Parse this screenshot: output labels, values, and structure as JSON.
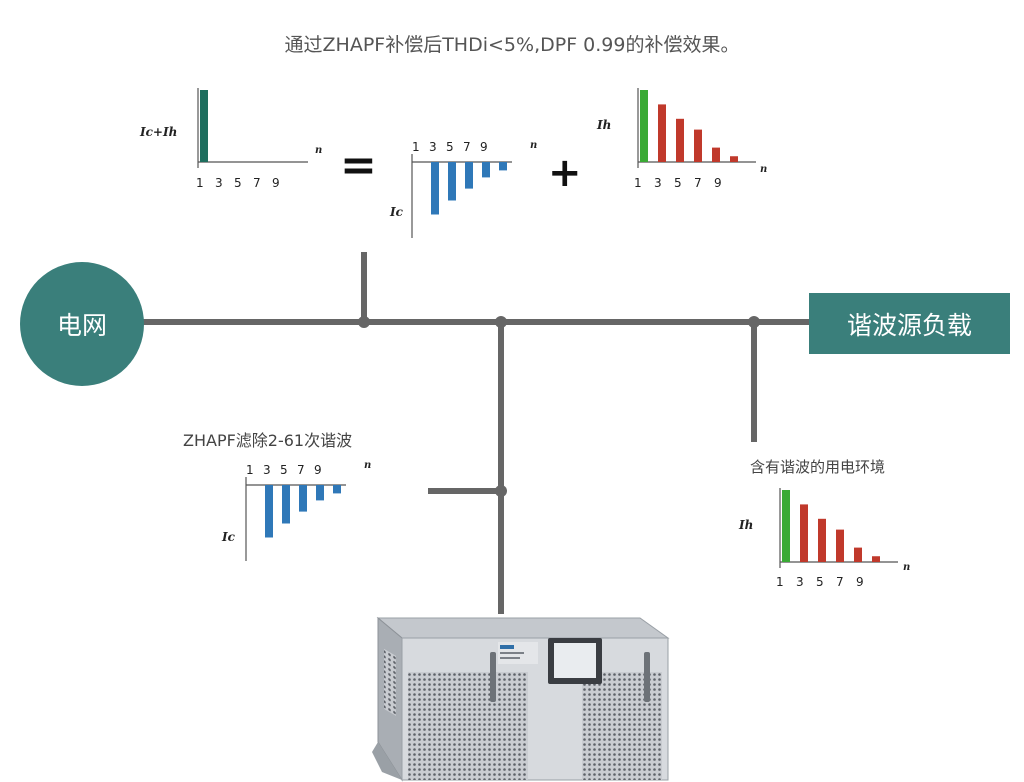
{
  "title": "通过ZHAPF补偿后THDi<5%,DPF 0.99的补偿效果。",
  "nodes": {
    "grid": "电网",
    "load": "谐波源负载",
    "filter_label": "ZHAPF滤除2-61次谐波",
    "load_label": "含有谐波的用电环境"
  },
  "operators": {
    "equals": "=",
    "plus": "+"
  },
  "colors": {
    "teal": "#3a7f7b",
    "wire": "#666666",
    "blue": "#2f78b8",
    "red": "#c0392b",
    "green": "#3aaa35",
    "dark_green": "#1e6e5e"
  },
  "harmonic_ticks": [
    "1",
    "3",
    "5",
    "7",
    "9"
  ],
  "n_symbol": "n",
  "chart_data": [
    {
      "type": "bar",
      "name": "Ic+Ih",
      "ylabel": "Ic+Ih",
      "xlabel": "n",
      "tick_labels": [
        "1",
        "3",
        "5",
        "7",
        "9"
      ],
      "values": [
        1.0
      ],
      "colors": [
        "#1e6e5e"
      ]
    },
    {
      "type": "bar",
      "name": "Ic",
      "ylabel": "Ic",
      "xlabel": "n",
      "tick_labels": [
        "1",
        "3",
        "5",
        "7",
        "9"
      ],
      "values": [
        0,
        -0.75,
        -0.55,
        -0.38,
        -0.22,
        -0.12
      ],
      "colors": [
        "#2f78b8"
      ]
    },
    {
      "type": "bar",
      "name": "Ih",
      "ylabel": "Ih",
      "xlabel": "n",
      "tick_labels": [
        "1",
        "3",
        "5",
        "7",
        "9"
      ],
      "values": [
        1.0,
        0.8,
        0.6,
        0.45,
        0.2,
        0.08
      ],
      "colors": [
        "#3aaa35",
        "#c0392b",
        "#c0392b",
        "#c0392b",
        "#c0392b",
        "#c0392b"
      ]
    },
    {
      "type": "bar",
      "name": "Ic",
      "ylabel": "Ic",
      "xlabel": "n",
      "tick_labels": [
        "1",
        "3",
        "5",
        "7",
        "9"
      ],
      "values": [
        0,
        -0.75,
        -0.55,
        -0.38,
        -0.22,
        -0.12
      ],
      "colors": [
        "#2f78b8"
      ]
    },
    {
      "type": "bar",
      "name": "Ih",
      "ylabel": "Ih",
      "xlabel": "n",
      "tick_labels": [
        "1",
        "3",
        "5",
        "7",
        "9"
      ],
      "values": [
        1.0,
        0.8,
        0.6,
        0.45,
        0.2,
        0.08
      ],
      "colors": [
        "#3aaa35",
        "#c0392b",
        "#c0392b",
        "#c0392b",
        "#c0392b",
        "#c0392b"
      ]
    }
  ]
}
